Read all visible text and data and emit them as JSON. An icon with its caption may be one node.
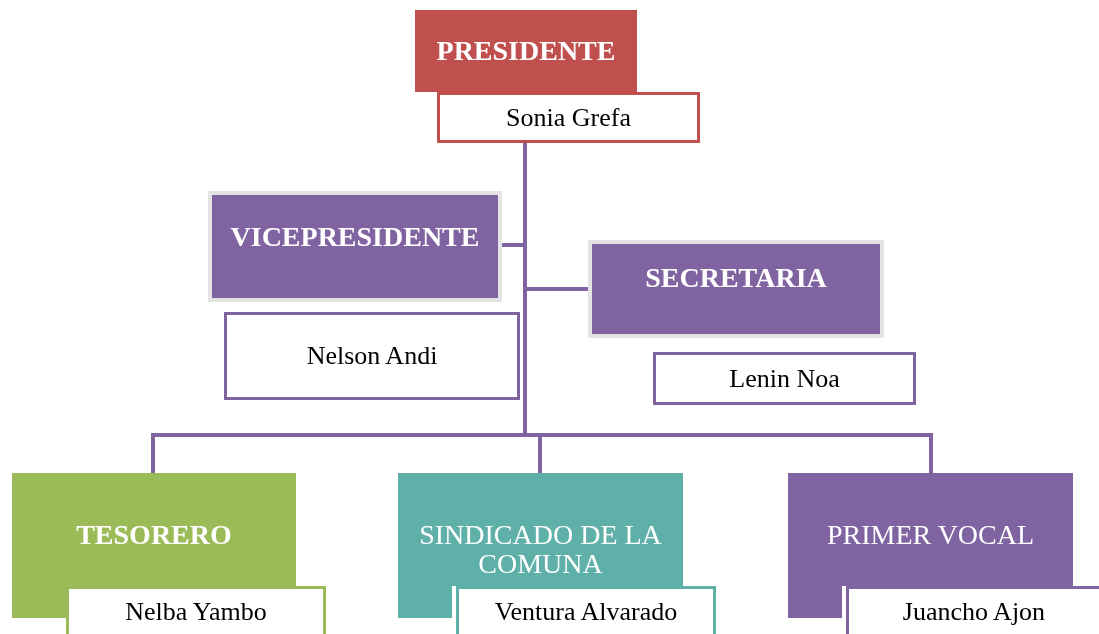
{
  "diagram": {
    "nodes": [
      {
        "text": [
          "PRESIDENTE"
        ]
      },
      {
        "text": [
          "Sonia Grefa"
        ]
      },
      {
        "text": [
          "VICEPRESIDENTE"
        ]
      },
      {
        "text": [
          "Nelson Andi"
        ]
      },
      {
        "text": [
          "SECRETARIA"
        ]
      },
      {
        "text": [
          "Lenin Noa"
        ]
      },
      {
        "text": [
          "TESORERO"
        ]
      },
      {
        "text": [
          "Nelba Yambo"
        ]
      },
      {
        "text": [
          "SINDICADO DE LA COMUNA"
        ]
      },
      {
        "text": [
          "Ventura Alvarado"
        ]
      },
      {
        "text": [
          "PRIMER VOCAL"
        ]
      },
      {
        "text": [
          "Juancho Ajon"
        ]
      }
    ],
    "edges": [
      {
        "from": 1,
        "to": 2,
        "arrow": "none"
      },
      {
        "from": 1,
        "to": 4,
        "arrow": "none"
      },
      {
        "from": 1,
        "to": 6,
        "arrow": "none"
      },
      {
        "from": 1,
        "to": 8,
        "arrow": "none"
      },
      {
        "from": 1,
        "to": 10,
        "arrow": "none"
      }
    ]
  }
}
